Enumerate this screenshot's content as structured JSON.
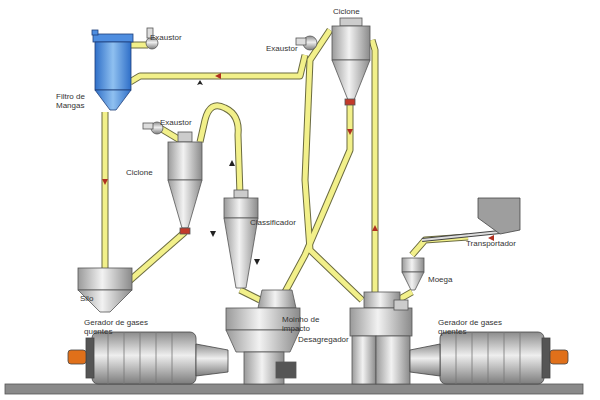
{
  "diagram": {
    "labels": [
      "Ciclone",
      "Exaustor",
      "Exaustor",
      "Filtro de Mangas",
      "Exaustor",
      "Ciclone",
      "Classificador",
      "Transportador",
      "Moega",
      "Silo",
      "Gerador de gases quentes",
      "Moinho de impacto",
      "Desagregador",
      "Gerador de gases quentes"
    ]
  }
}
